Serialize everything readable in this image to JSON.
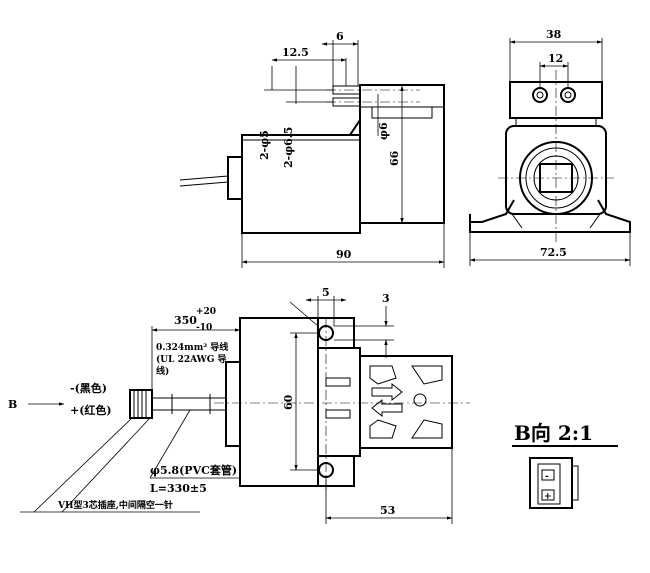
{
  "side_view": {
    "dims": {
      "top_offset": "12.5",
      "top_width": "6",
      "hole_small": "2-φ5",
      "hole_large": "2-φ6.5",
      "port_dia": "φ6",
      "height": "66",
      "length": "90"
    }
  },
  "front_view": {
    "dims": {
      "width": "38",
      "port_pitch": "12",
      "base_width": "72.5"
    }
  },
  "top_view": {
    "dims": {
      "cable_length": "350",
      "cable_tol_plus": "+20",
      "cable_tol_minus": "-10",
      "wire_spec_line1": "0.324mm² 导线",
      "wire_spec_line2": "(UL 22AWG 导",
      "wire_spec_line3": "线)",
      "slot_width": "5",
      "slot_offset": "3",
      "mount_pitch": "60",
      "base_length": "53",
      "sleeve": "φ5.8(PVC套管)",
      "sleeve_length": "L=330±5"
    },
    "wire_black": "-(黑色)",
    "wire_red": "+(红色)",
    "view_marker": "B",
    "connector_note": "VH型3芯插座,中间隔空一针"
  },
  "detail_view": {
    "title": "B向  2:1",
    "minus": "-",
    "plus": "+"
  }
}
